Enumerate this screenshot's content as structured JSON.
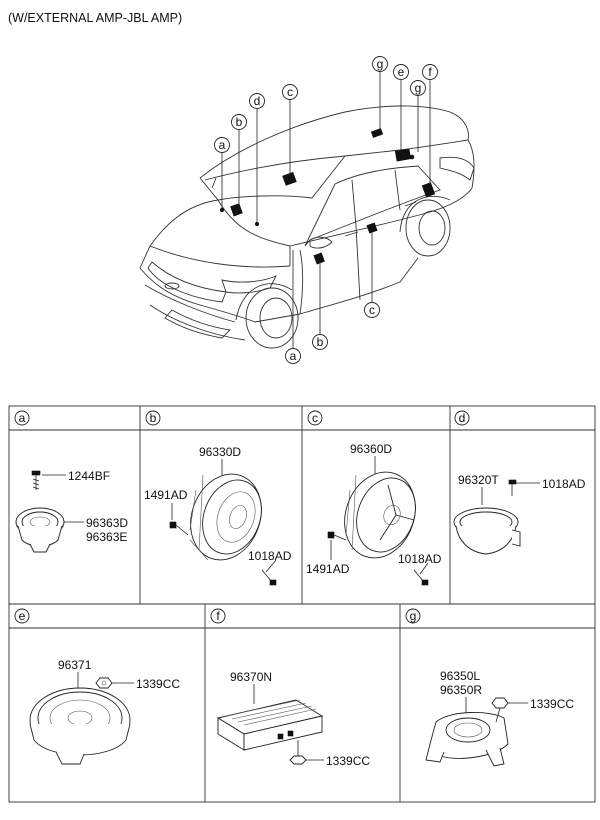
{
  "title": "(W/EXTERNAL AMP-JBL AMP)",
  "callouts": {
    "a": "a",
    "b": "b",
    "c": "c",
    "d": "d",
    "e": "e",
    "f": "f",
    "g": "g"
  },
  "cells": {
    "a": {
      "letter": "a",
      "parts": [
        "1244BF",
        "96363D",
        "96363E"
      ]
    },
    "b": {
      "letter": "b",
      "parts": [
        "96330D",
        "1491AD",
        "1018AD"
      ]
    },
    "c": {
      "letter": "c",
      "parts": [
        "96360D",
        "1491AD",
        "1018AD"
      ]
    },
    "d": {
      "letter": "d",
      "parts": [
        "96320T",
        "1018AD"
      ]
    },
    "e": {
      "letter": "e",
      "parts": [
        "96371",
        "1339CC"
      ]
    },
    "f": {
      "letter": "f",
      "parts": [
        "96370N",
        "1339CC"
      ]
    },
    "g": {
      "letter": "g",
      "parts": [
        "96350L",
        "96350R",
        "1339CC"
      ]
    }
  }
}
